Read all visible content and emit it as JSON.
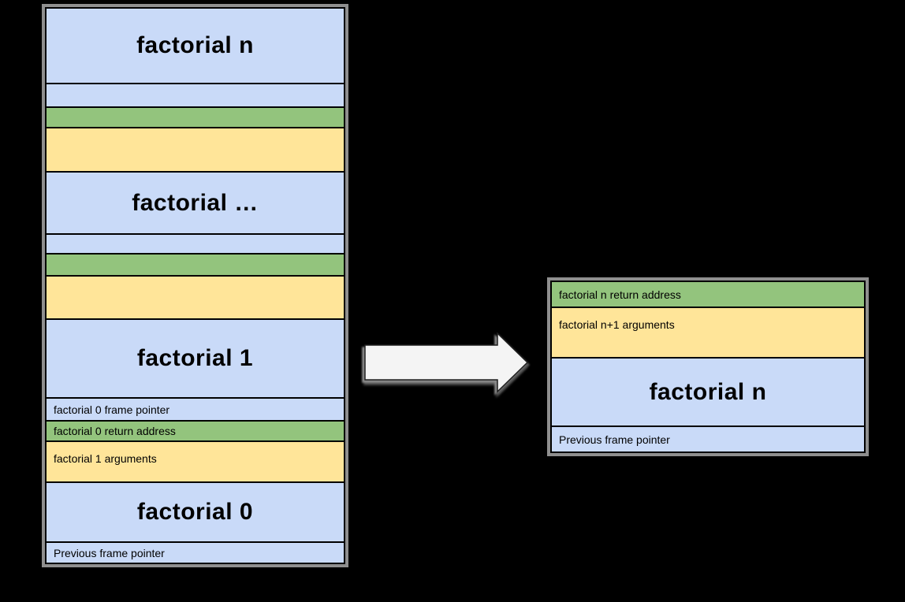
{
  "colors": {
    "background": "#000000",
    "frame_blue": "#c9daf8",
    "return_address_green": "#93c47d",
    "arguments_yellow": "#ffe599",
    "row_border": "#000000",
    "group_shadow_gray": "#8f8f8f",
    "arrow_fill": "#f4f4f4"
  },
  "icons": {
    "transform_arrow": "right-block-arrow"
  },
  "left_stack": {
    "rows": [
      {
        "label": "factorial n",
        "kind": "frame"
      },
      {
        "label": "",
        "kind": "frame-pointer"
      },
      {
        "label": "",
        "kind": "return-address"
      },
      {
        "label": "",
        "kind": "arguments"
      },
      {
        "label": "factorial …",
        "kind": "frame"
      },
      {
        "label": "",
        "kind": "frame-pointer"
      },
      {
        "label": "",
        "kind": "return-address"
      },
      {
        "label": "",
        "kind": "arguments"
      },
      {
        "label": "factorial 1",
        "kind": "frame"
      },
      {
        "label": "factorial 0 frame pointer",
        "kind": "frame-pointer"
      },
      {
        "label": "factorial 0 return address",
        "kind": "return-address"
      },
      {
        "label": "factorial 1 arguments",
        "kind": "arguments"
      },
      {
        "label": "factorial 0",
        "kind": "frame"
      },
      {
        "label": "Previous frame pointer",
        "kind": "frame-pointer"
      }
    ]
  },
  "right_stack": {
    "rows": [
      {
        "label": "factorial n return address",
        "kind": "return-address"
      },
      {
        "label": "factorial n+1 arguments",
        "kind": "arguments"
      },
      {
        "label": "factorial n",
        "kind": "frame"
      },
      {
        "label": "Previous frame pointer",
        "kind": "frame-pointer"
      }
    ]
  }
}
